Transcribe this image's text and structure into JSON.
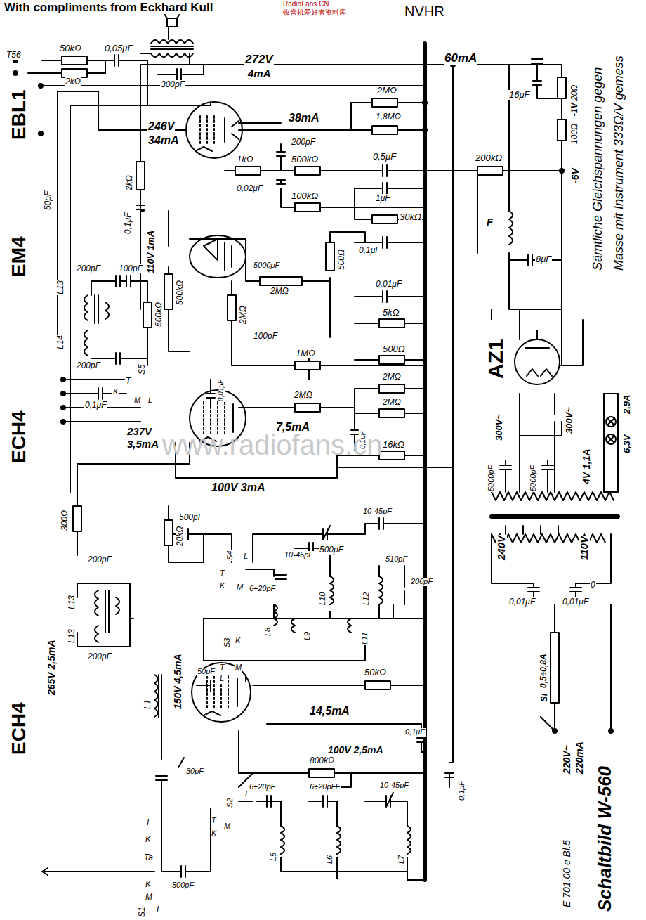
{
  "diagram": {
    "labels": [
      "With compliments from Eckhard Kull",
      "RadioFans.CN",
      "收音机爱好者资料库",
      "NVHR",
      "T56",
      "50kΩ",
      "2kΩ",
      "0,05μF",
      "272V",
      "4mA",
      "300pF",
      "60mA",
      "16μF",
      "2MΩ",
      "1,8MΩ",
      "246V",
      "34mA",
      "38mA",
      "200pF",
      "1kΩ",
      "500kΩ",
      "0,5μF",
      "200kΩ",
      "0,02μF",
      "100kΩ",
      "1μF",
      "30kΩ",
      "0,1μF",
      "20Ω",
      "-1V",
      "100Ω",
      "-6V",
      "Sämtliche Gleichspannungen gegen",
      "Masse mit Instrument 333Ω/V gemess",
      "EBL1",
      "50pF",
      "2kΩ",
      "0,1μF",
      "F",
      "8μF",
      "110V 1mA",
      "EM4",
      "5000pF",
      "500Ω",
      "200pF",
      "100pF",
      "500kΩ",
      "2MΩ",
      "2MΩ",
      "0,01μF",
      "L13",
      "L14",
      "500kΩ",
      "5kΩ",
      "AZ1",
      "100pF",
      "200pF",
      "S5",
      "1MΩ",
      "500Ω",
      "T",
      "K",
      "M",
      "L",
      "0,1μF",
      "0,01μF",
      "2MΩ",
      "2MΩ",
      "2MΩ",
      "0,1μF",
      "ECH4",
      "237V",
      "3,5mA",
      "7,5mA",
      "300V~",
      "300V~",
      "5000pF",
      "5000pF",
      "4V 1,1A",
      "2,9A",
      "6,3V",
      "100V 3mA",
      "16kΩ",
      "300Ω",
      "20kΩ",
      "500pF",
      "500pF",
      "10-45pF",
      "240V",
      "110V",
      "200pF",
      "S4",
      "T",
      "K",
      "M",
      "L",
      "10-45pF",
      "510pF",
      "200pF",
      "6÷20pF",
      "L8",
      "L9",
      "L10",
      "L11",
      "L12",
      "L13",
      "L13",
      "200pF",
      "S3",
      "K",
      "T",
      "M",
      "L",
      "0,01μF",
      "0",
      "0,01μF",
      "0,5÷0,8A",
      "Si",
      "265V 2,5mA",
      "ECH4",
      "150V 4,5mA",
      "50pF",
      "50kΩ",
      "14,5mA",
      "0,1μF",
      "100V 2,5mA",
      "220V~",
      "220mA",
      "800kΩ",
      "500pF",
      "0,1μF",
      "S2",
      "L",
      "T",
      "K",
      "M",
      "L1",
      "30pF",
      "6÷20pF",
      "6÷20pF",
      "10-45pF",
      "L5",
      "L6",
      "L7",
      "500pF",
      "T",
      "K",
      "Ta",
      "K",
      "M",
      "L",
      "S1",
      "E 701.00 e Bl.5",
      "Schaltbild W-560",
      "www.radiofans.cn"
    ]
  }
}
